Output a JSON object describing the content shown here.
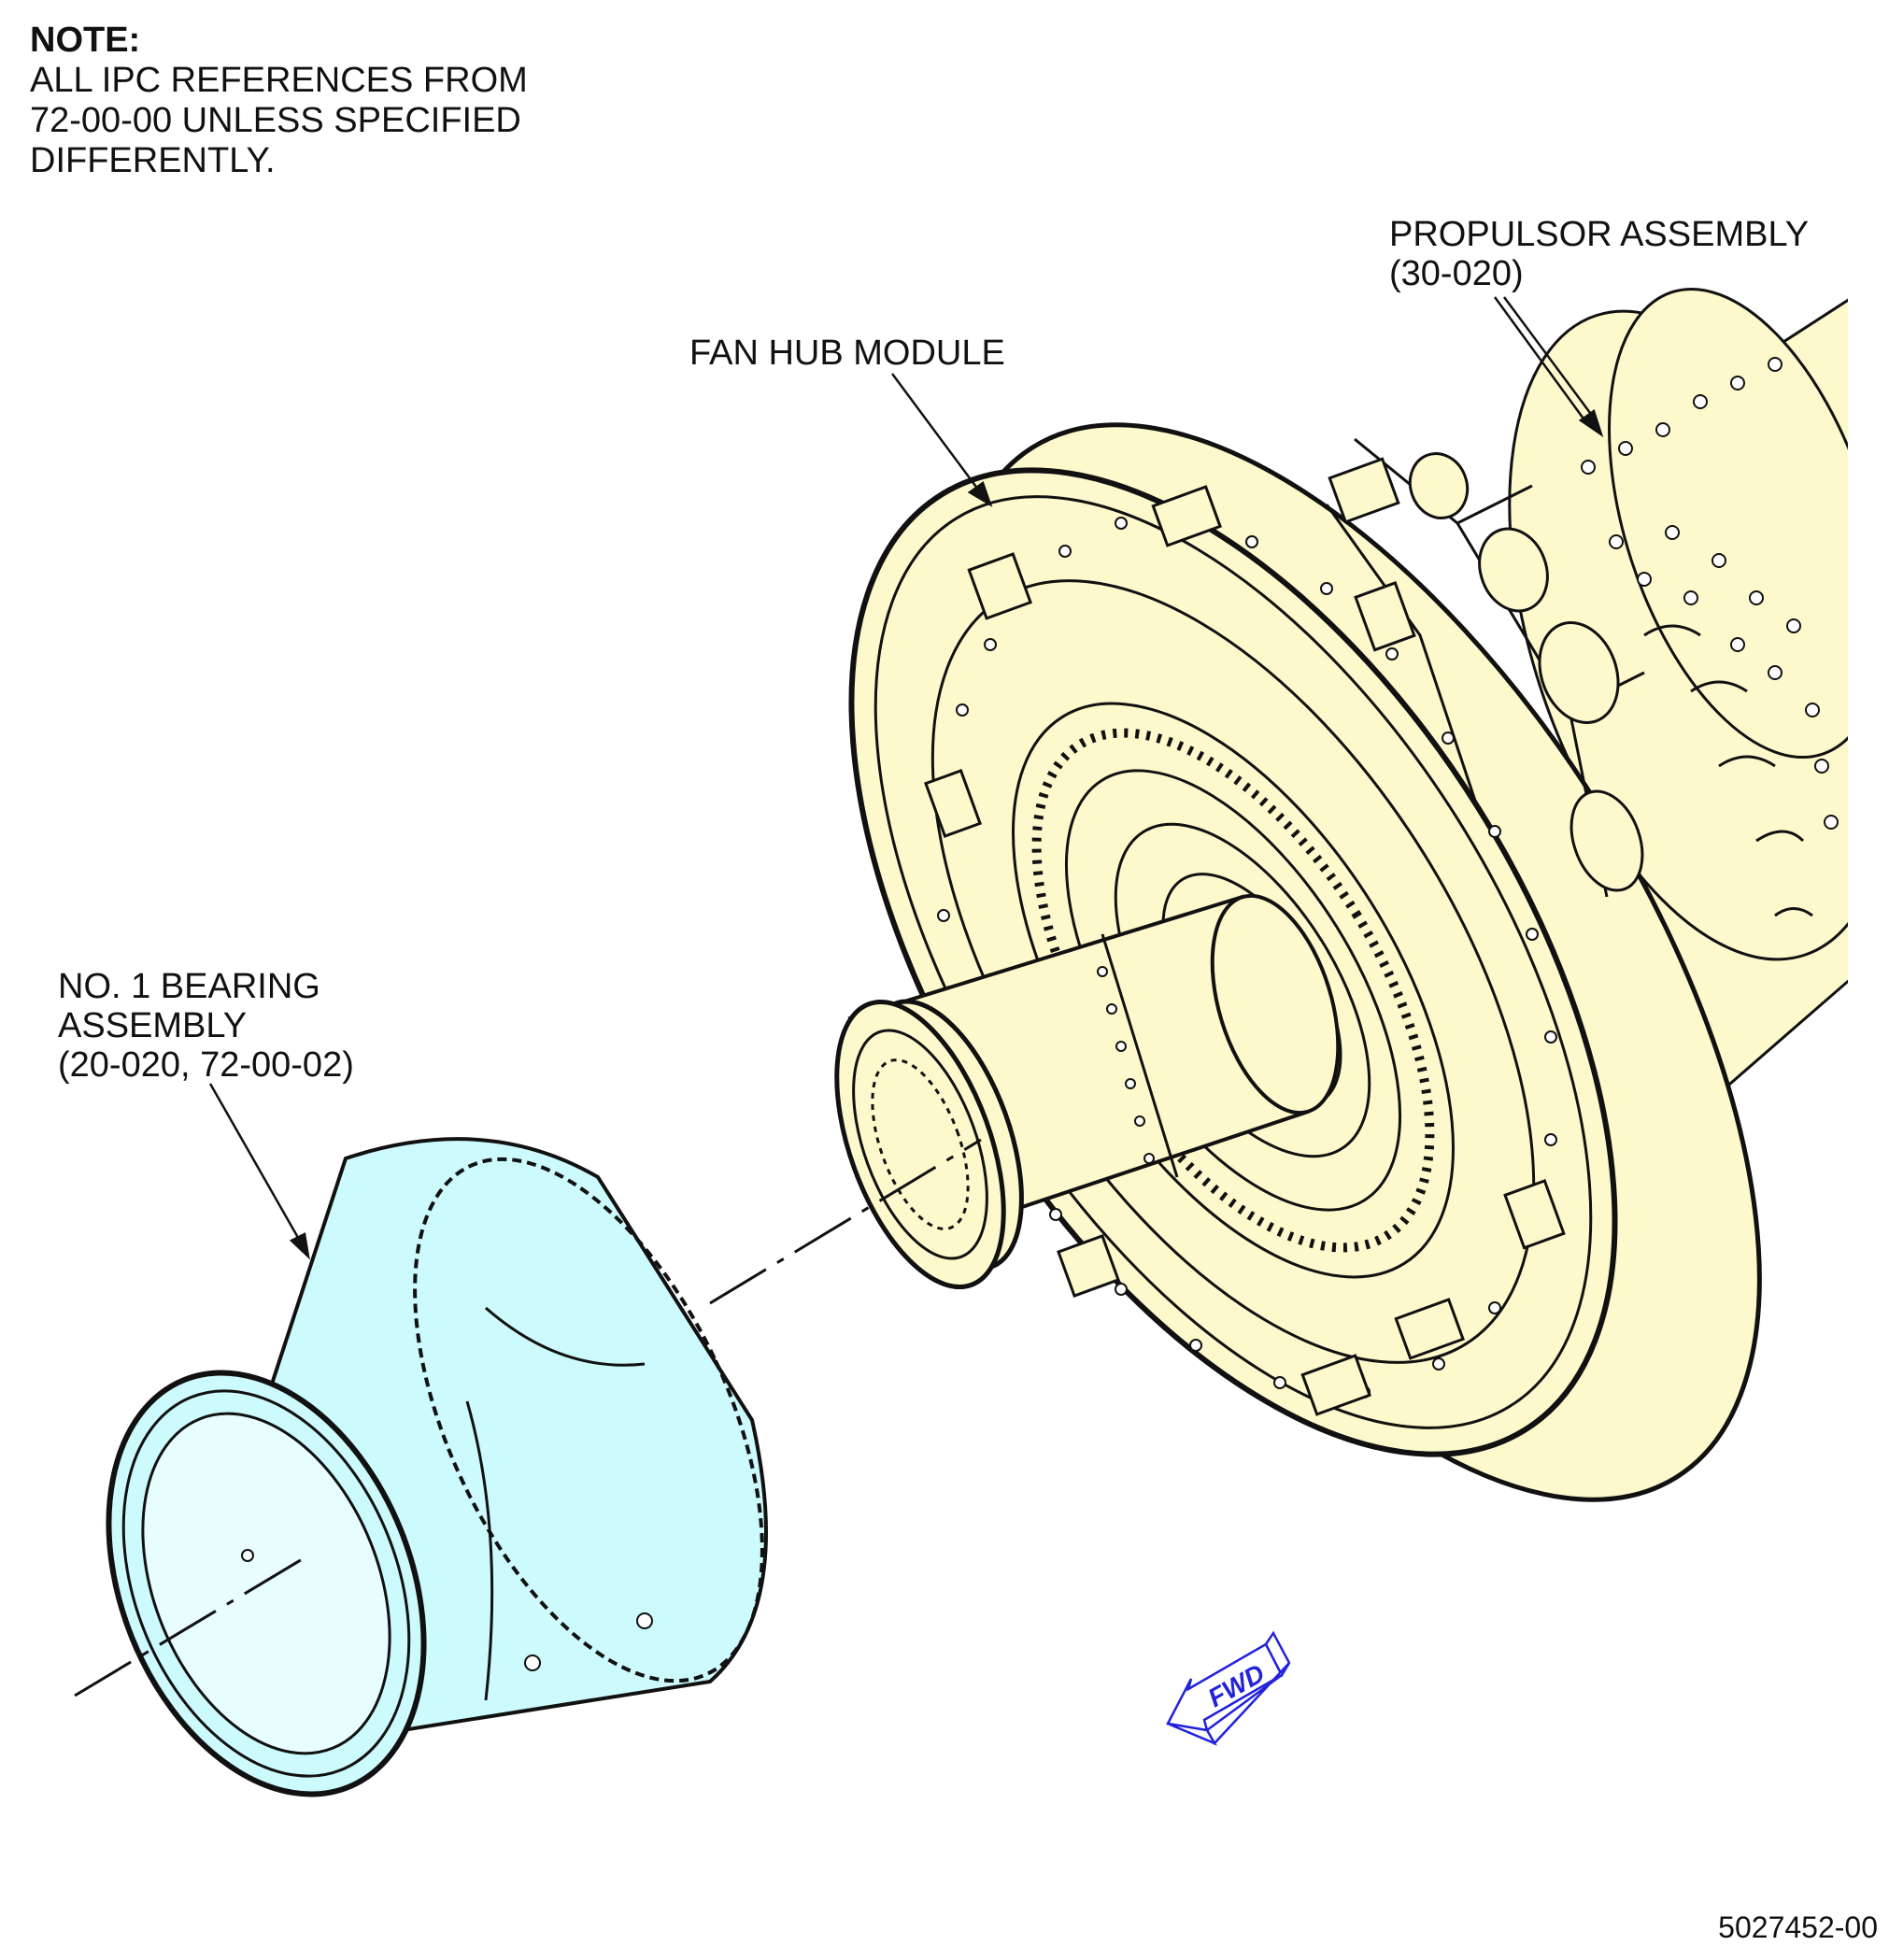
{
  "note": {
    "heading": "NOTE:",
    "lines": [
      "ALL IPC REFERENCES FROM",
      "72-00-00 UNLESS SPECIFIED",
      "DIFFERENTLY."
    ]
  },
  "callouts": {
    "propulsor": {
      "line1": "PROPULSOR ASSEMBLY",
      "line2": "(30-020)"
    },
    "fan_hub": {
      "line1": "FAN HUB MODULE"
    },
    "bearing": {
      "line1": "NO. 1 BEARING",
      "line2": "ASSEMBLY",
      "line3": "(20-020, 72-00-02)"
    }
  },
  "direction_arrow": {
    "label": "FWD"
  },
  "drawing_number": "5027452-00",
  "colors": {
    "fan_hub_fill": "#fdf9cc",
    "bearing_fill": "#ccfafd",
    "fwd_arrow": "#2222dd",
    "line": "#111111"
  },
  "icons": [
    "fwd-arrow-icon"
  ]
}
